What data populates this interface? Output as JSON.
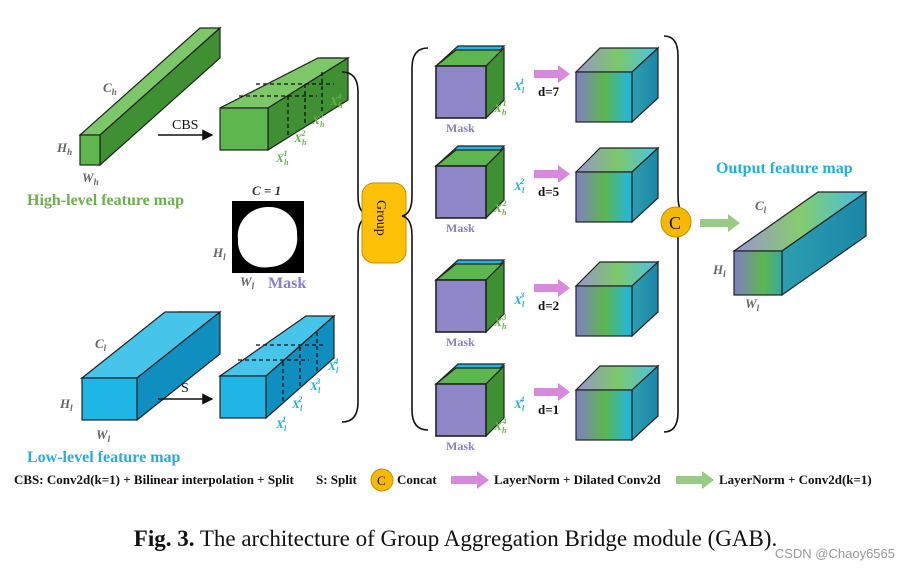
{
  "colors": {
    "green": "#5db64e",
    "green_dark": "#3f8f33",
    "cyan": "#1fb6e6",
    "cyan_dark": "#0f8fbf",
    "purple": "#8f86c8",
    "pink_arrow": "#d889dd",
    "green_arrow": "#9acb86",
    "concat_yellow": "#f6b800",
    "group_box": "#ffc107",
    "high_label": "#6ab04c",
    "low_label": "#22aee0",
    "mask_label": "#8a7fc5",
    "output_label": "#22aee0"
  },
  "high": {
    "c": "C",
    "c_sub": "h",
    "h": "H",
    "h_sub": "h",
    "w": "W",
    "w_sub": "h",
    "title": "High-level feature map",
    "op": "CBS",
    "splits": [
      {
        "x": "X",
        "sub": "h",
        "sup": "1"
      },
      {
        "x": "X",
        "sub": "h",
        "sup": "2"
      },
      {
        "x": "X",
        "sub": "h",
        "sup": "3"
      },
      {
        "x": "X",
        "sub": "h",
        "sup": "4"
      }
    ]
  },
  "low": {
    "c": "C",
    "c_sub": "l",
    "h": "H",
    "h_sub": "l",
    "w": "W",
    "w_sub": "l",
    "title": "Low-level feature map",
    "op": "S",
    "splits": [
      {
        "x": "X",
        "sub": "l",
        "sup": "1"
      },
      {
        "x": "X",
        "sub": "l",
        "sup": "2"
      },
      {
        "x": "X",
        "sub": "l",
        "sup": "3"
      },
      {
        "x": "X",
        "sub": "l",
        "sup": "4"
      }
    ]
  },
  "mask": {
    "c_label": "C = 1",
    "h": "H",
    "h_sub": "l",
    "w": "W",
    "w_sub": "l",
    "title": "Mask"
  },
  "group_label": "Group",
  "groups": [
    {
      "mask": "Mask",
      "xl": "X",
      "xl_sub": "l",
      "xl_sup": "1",
      "xh": "X",
      "xh_sub": "h",
      "xh_sup": "1",
      "d": "d=7"
    },
    {
      "mask": "Mask",
      "xl": "X",
      "xl_sub": "l",
      "xl_sup": "2",
      "xh": "X",
      "xh_sub": "h",
      "xh_sup": "2",
      "d": "d=5"
    },
    {
      "mask": "Mask",
      "xl": "X",
      "xl_sub": "l",
      "xl_sup": "3",
      "xh": "X",
      "xh_sub": "h",
      "xh_sup": "3",
      "d": "d=2"
    },
    {
      "mask": "Mask",
      "xl": "X",
      "xl_sub": "l",
      "xl_sup": "4",
      "xh": "X",
      "xh_sub": "h",
      "xh_sup": "4",
      "d": "d=1"
    }
  ],
  "concat_symbol": "C",
  "output": {
    "title": "Output feature map",
    "c": "C",
    "c_sub": "l",
    "h": "H",
    "h_sub": "l",
    "w": "W",
    "w_sub": "l"
  },
  "legend": {
    "cbs": "CBS: Conv2d(k=1) + Bilinear interpolation + Split",
    "s": "S: Split",
    "concat_symbol": "C",
    "concat": "Concat",
    "pink": "LayerNorm + Dilated Conv2d",
    "green": "LayerNorm + Conv2d(k=1)"
  },
  "caption": {
    "fig": "Fig. 3.",
    "text": " The architecture of Group Aggregation Bridge module (GAB)."
  },
  "watermark": "CSDN @Chaoy6565"
}
